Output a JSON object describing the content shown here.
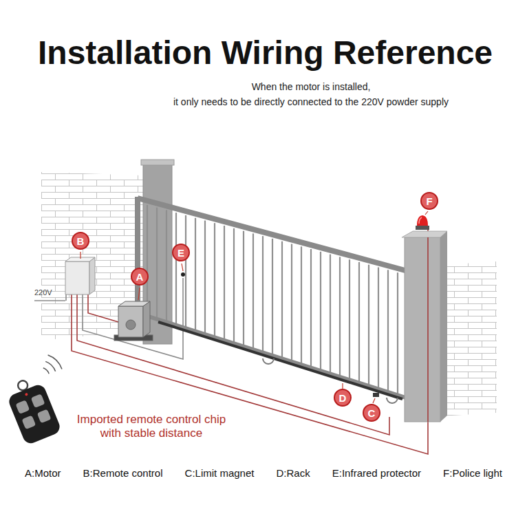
{
  "diagram": {
    "title": "Installation Wiring Reference",
    "nodes": [
      {
        "text": [
          "F"
        ]
      },
      {
        "text": [
          "B"
        ]
      },
      {
        "text": [
          "E"
        ]
      },
      {
        "text": [
          "A"
        ]
      },
      {
        "text": [
          "D"
        ]
      },
      {
        "text": [
          "C"
        ]
      }
    ],
    "labels": [
      "When the motor is installed,",
      "it only needs to be directly connected to the 220V powder supply",
      "220V",
      "Imported remote control chip with stable distance",
      "A:Motor",
      "B:Remote control",
      "C:Limit magnet",
      "D:Rack",
      "E:Infrared protector",
      "F:Police light"
    ]
  }
}
